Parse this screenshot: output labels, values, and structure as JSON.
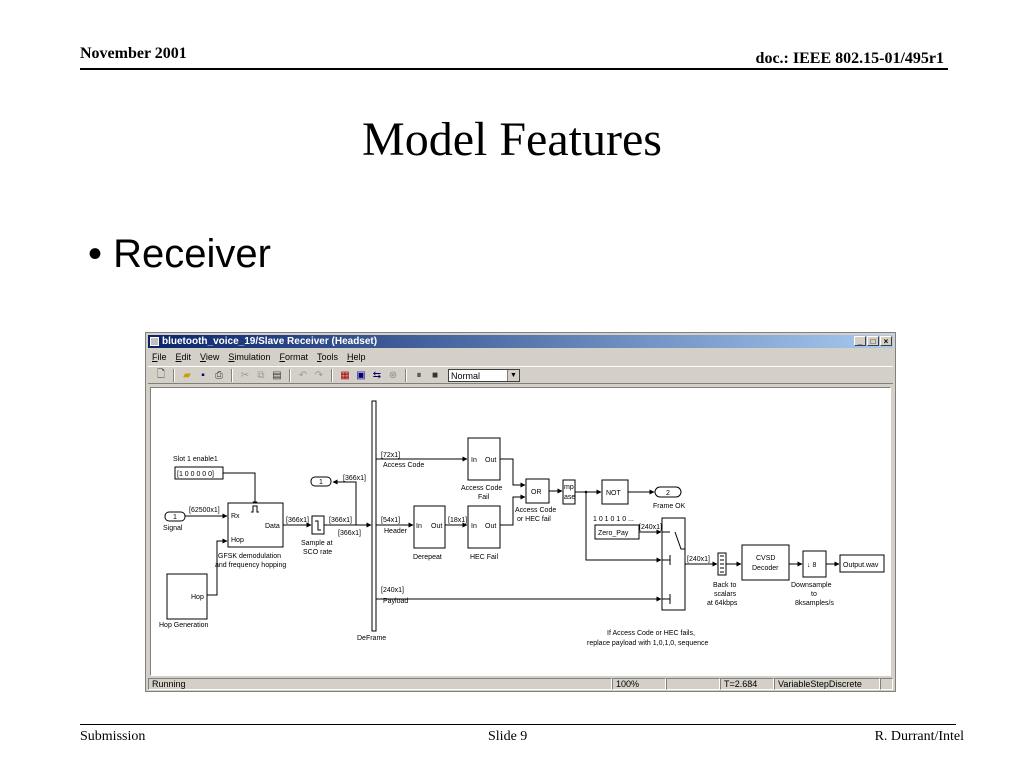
{
  "slide": {
    "header_left": "November 2001",
    "header_right": "doc.: IEEE 802.15-01/495r1",
    "title": "Model Features",
    "bullet": "Receiver",
    "footer_left": "Submission",
    "footer_center": "Slide 9",
    "footer_right": "R. Durrant/Intel"
  },
  "window": {
    "title": "bluetooth_voice_19/Slave Receiver (Headset)",
    "buttons": [
      "_",
      "□",
      "×"
    ],
    "menu": [
      "File",
      "Edit",
      "View",
      "Simulation",
      "Format",
      "Tools",
      "Help"
    ],
    "sim_mode": "Normal",
    "status": {
      "state": "Running",
      "zoom": "100%",
      "time": "T=2.684",
      "solver": "VariableStepDiscrete"
    }
  },
  "diagram": {
    "slot_label": "Slot 1 enable1",
    "slot_value": "[1 0 0 0 0 0]",
    "signal_port": "1",
    "signal_label": "Signal",
    "signal_dim": "[62500x1]",
    "gfsk_rx": "Rx",
    "gfsk_data": "Data",
    "gfsk_hop": "Hop",
    "gfsk_label1": "GFSK demodulation",
    "gfsk_label2": "and frequency hopping",
    "hop_block": "Hop",
    "hop_label": "Hop Generation",
    "dim_366_a": "[366x1]",
    "dim_366_b": "[366x1]",
    "dim_366_c": "[366x1]",
    "dim_366_d": "[366x1]",
    "sample_label1": "Sample at",
    "sample_label2": "SCO rate",
    "out1_port": "1",
    "deframe_label": "DeFrame",
    "dim_72": "[72x1]",
    "access_code": "Access Code",
    "dim_54": "[54x1]",
    "header": "Header",
    "dim_240_a": "[240x1]",
    "payload": "Payload",
    "in": "In",
    "out": "Out",
    "acf_label1": "Access Code",
    "acf_label2": "Fail",
    "derepeat": "Derepeat",
    "dim_18": "[18x1]",
    "hec_fail": "HEC Fail",
    "or": "OR",
    "or_label1": "Access Code",
    "or_label2": "or HEC fail",
    "imp_top": "mp",
    "imp_bot": "ase",
    "not": "NOT",
    "out2_port": "2",
    "frame_ok": "Frame OK",
    "seq_label": "1 0 1 0 1 0 ...",
    "zero_pay": "Zero_Pay",
    "dim_240_b": "[240x1]",
    "dim_240_c": "[240x1]",
    "back_label1": "Back to",
    "back_label2": "scalars",
    "back_label3": "at 64kbps",
    "cvsd1": "CVSD",
    "cvsd2": "Decoder",
    "down_block": "↓ 8",
    "down_label1": "Downsample",
    "down_label2": "to",
    "down_label3": "8ksamples/s",
    "output": "Output.wav",
    "note1": "If Access Code or HEC fails,",
    "note2": "replace payload with 1,0,1,0, sequence"
  }
}
